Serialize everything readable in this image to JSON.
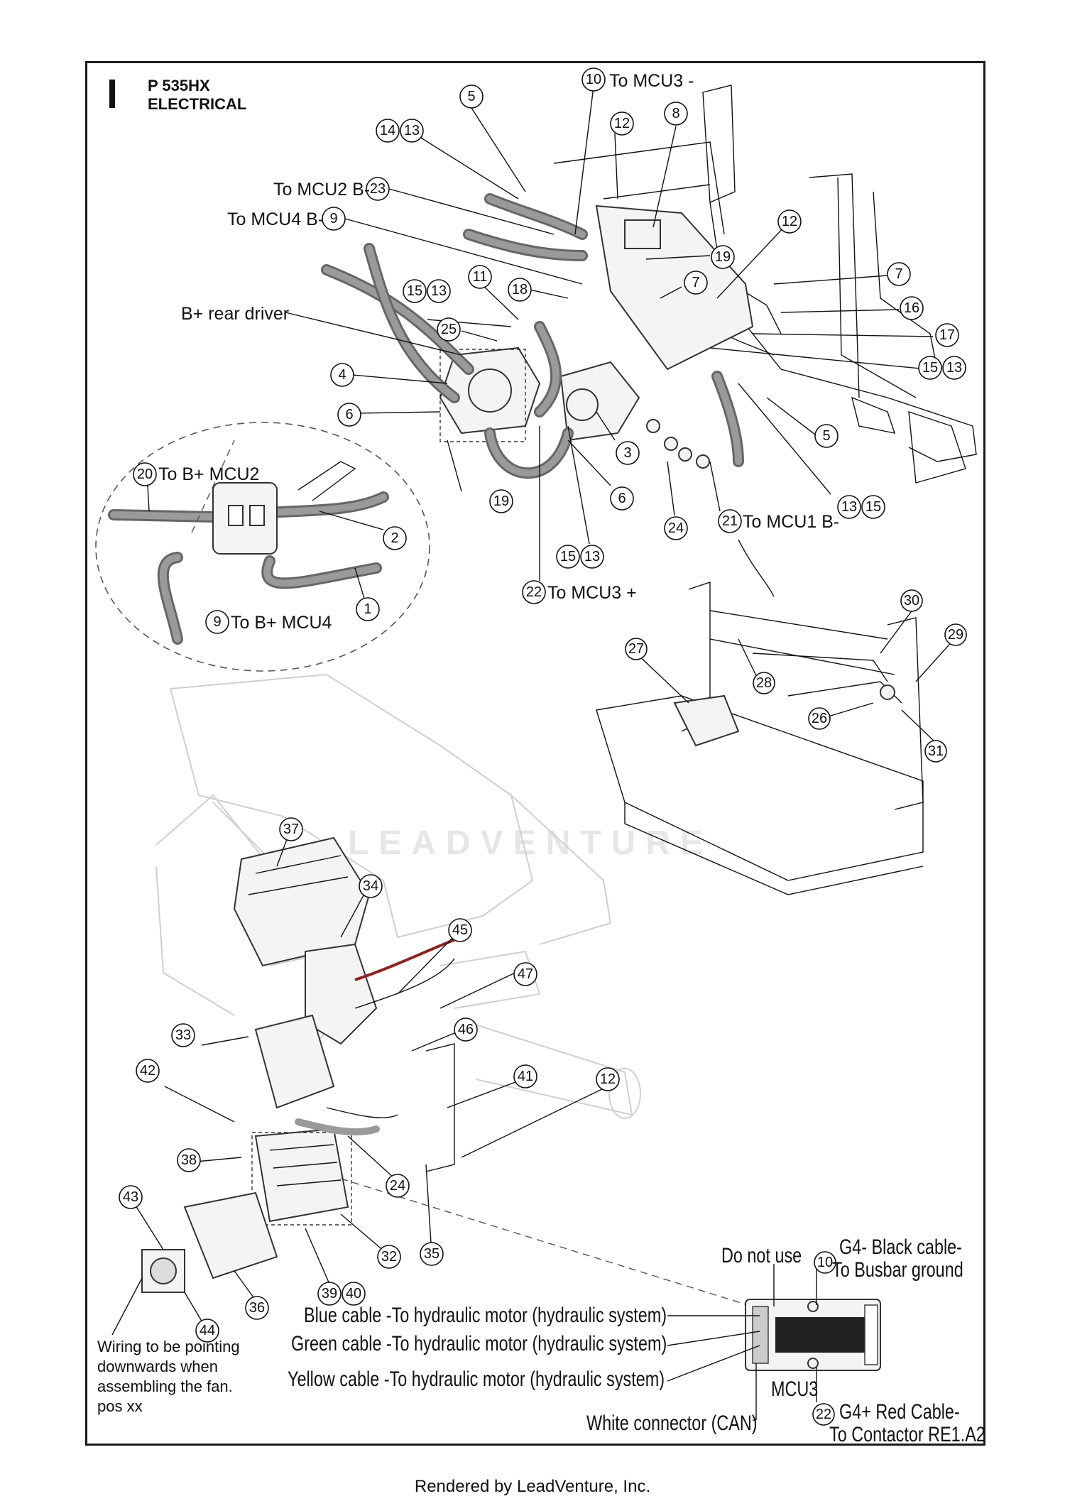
{
  "header": {
    "model": "P 535HX",
    "section": "ELECTRICAL"
  },
  "watermark": "LEADVENTURE",
  "footer": "Rendered by LeadVenture, Inc.",
  "callouts": [
    {
      "id": "c10",
      "text": "To MCU3 -"
    },
    {
      "id": "c23",
      "text": "To MCU2 B-"
    },
    {
      "id": "c9",
      "text": "To MCU4 B-"
    },
    {
      "id": "cbr",
      "text": "B+ rear driver"
    },
    {
      "id": "c20",
      "text": "To B+ MCU2"
    },
    {
      "id": "c9b",
      "text": "To B+ MCU4"
    },
    {
      "id": "c21",
      "text": "To MCU1 B-"
    },
    {
      "id": "c22",
      "text": "To MCU3 +"
    }
  ],
  "fan_note": [
    "Wiring to be pointing",
    "downwards when",
    "assembling the fan.",
    "pos xx"
  ],
  "mcu3_detail": {
    "title": "MCU3",
    "do_not_use": "Do not use",
    "g4_minus": [
      "G4- Black cable-",
      "To Busbar ground"
    ],
    "g4_plus": [
      "G4+ Red Cable-",
      "To Contactor RE1.A2"
    ],
    "blue": "Blue cable -To hydraulic motor (hydraulic system)",
    "green": "Green cable -To hydraulic motor (hydraulic system)",
    "yellow": "Yellow cable -To hydraulic motor (hydraulic system)",
    "white": "White connector (CAN)"
  },
  "balloons": [
    "5",
    "10",
    "14",
    "13",
    "12",
    "8",
    "23",
    "9",
    "19",
    "12",
    "7",
    "7",
    "16",
    "17",
    "15",
    "13",
    "11",
    "18",
    "15",
    "13",
    "25",
    "4",
    "6",
    "3",
    "5",
    "6",
    "19",
    "20",
    "2",
    "1",
    "9",
    "24",
    "21",
    "13",
    "15",
    "22",
    "15",
    "13",
    "30",
    "29",
    "27",
    "28",
    "26",
    "31",
    "37",
    "34",
    "45",
    "47",
    "33",
    "46",
    "42",
    "41",
    "12",
    "24",
    "38",
    "43",
    "32",
    "35",
    "36",
    "39",
    "40",
    "44",
    "10",
    "22"
  ]
}
